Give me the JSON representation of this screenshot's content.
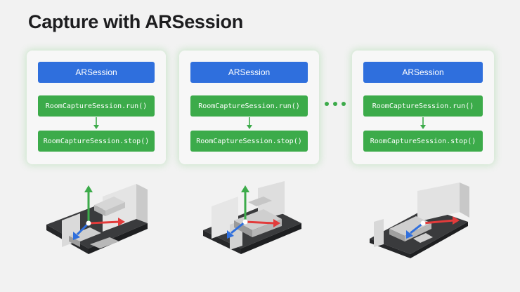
{
  "title": "Capture with ARSession",
  "panels": [
    {
      "ar_session": "ARSession",
      "run": "RoomCaptureSession.run()",
      "stop": "RoomCaptureSession.stop()"
    },
    {
      "ar_session": "ARSession",
      "run": "RoomCaptureSession.run()",
      "stop": "RoomCaptureSession.stop()"
    },
    {
      "ar_session": "ARSession",
      "run": "RoomCaptureSession.run()",
      "stop": "RoomCaptureSession.stop()"
    }
  ],
  "colors": {
    "ar_session_box": "#2f6fdd",
    "capture_box": "#3cab4a",
    "axis_x": "#e23b3b",
    "axis_y": "#3cab4a",
    "axis_z": "#2f6fdd"
  },
  "icons": [
    "ellipsis-icon",
    "room-scan-icon",
    "xyz-axis-icon"
  ]
}
